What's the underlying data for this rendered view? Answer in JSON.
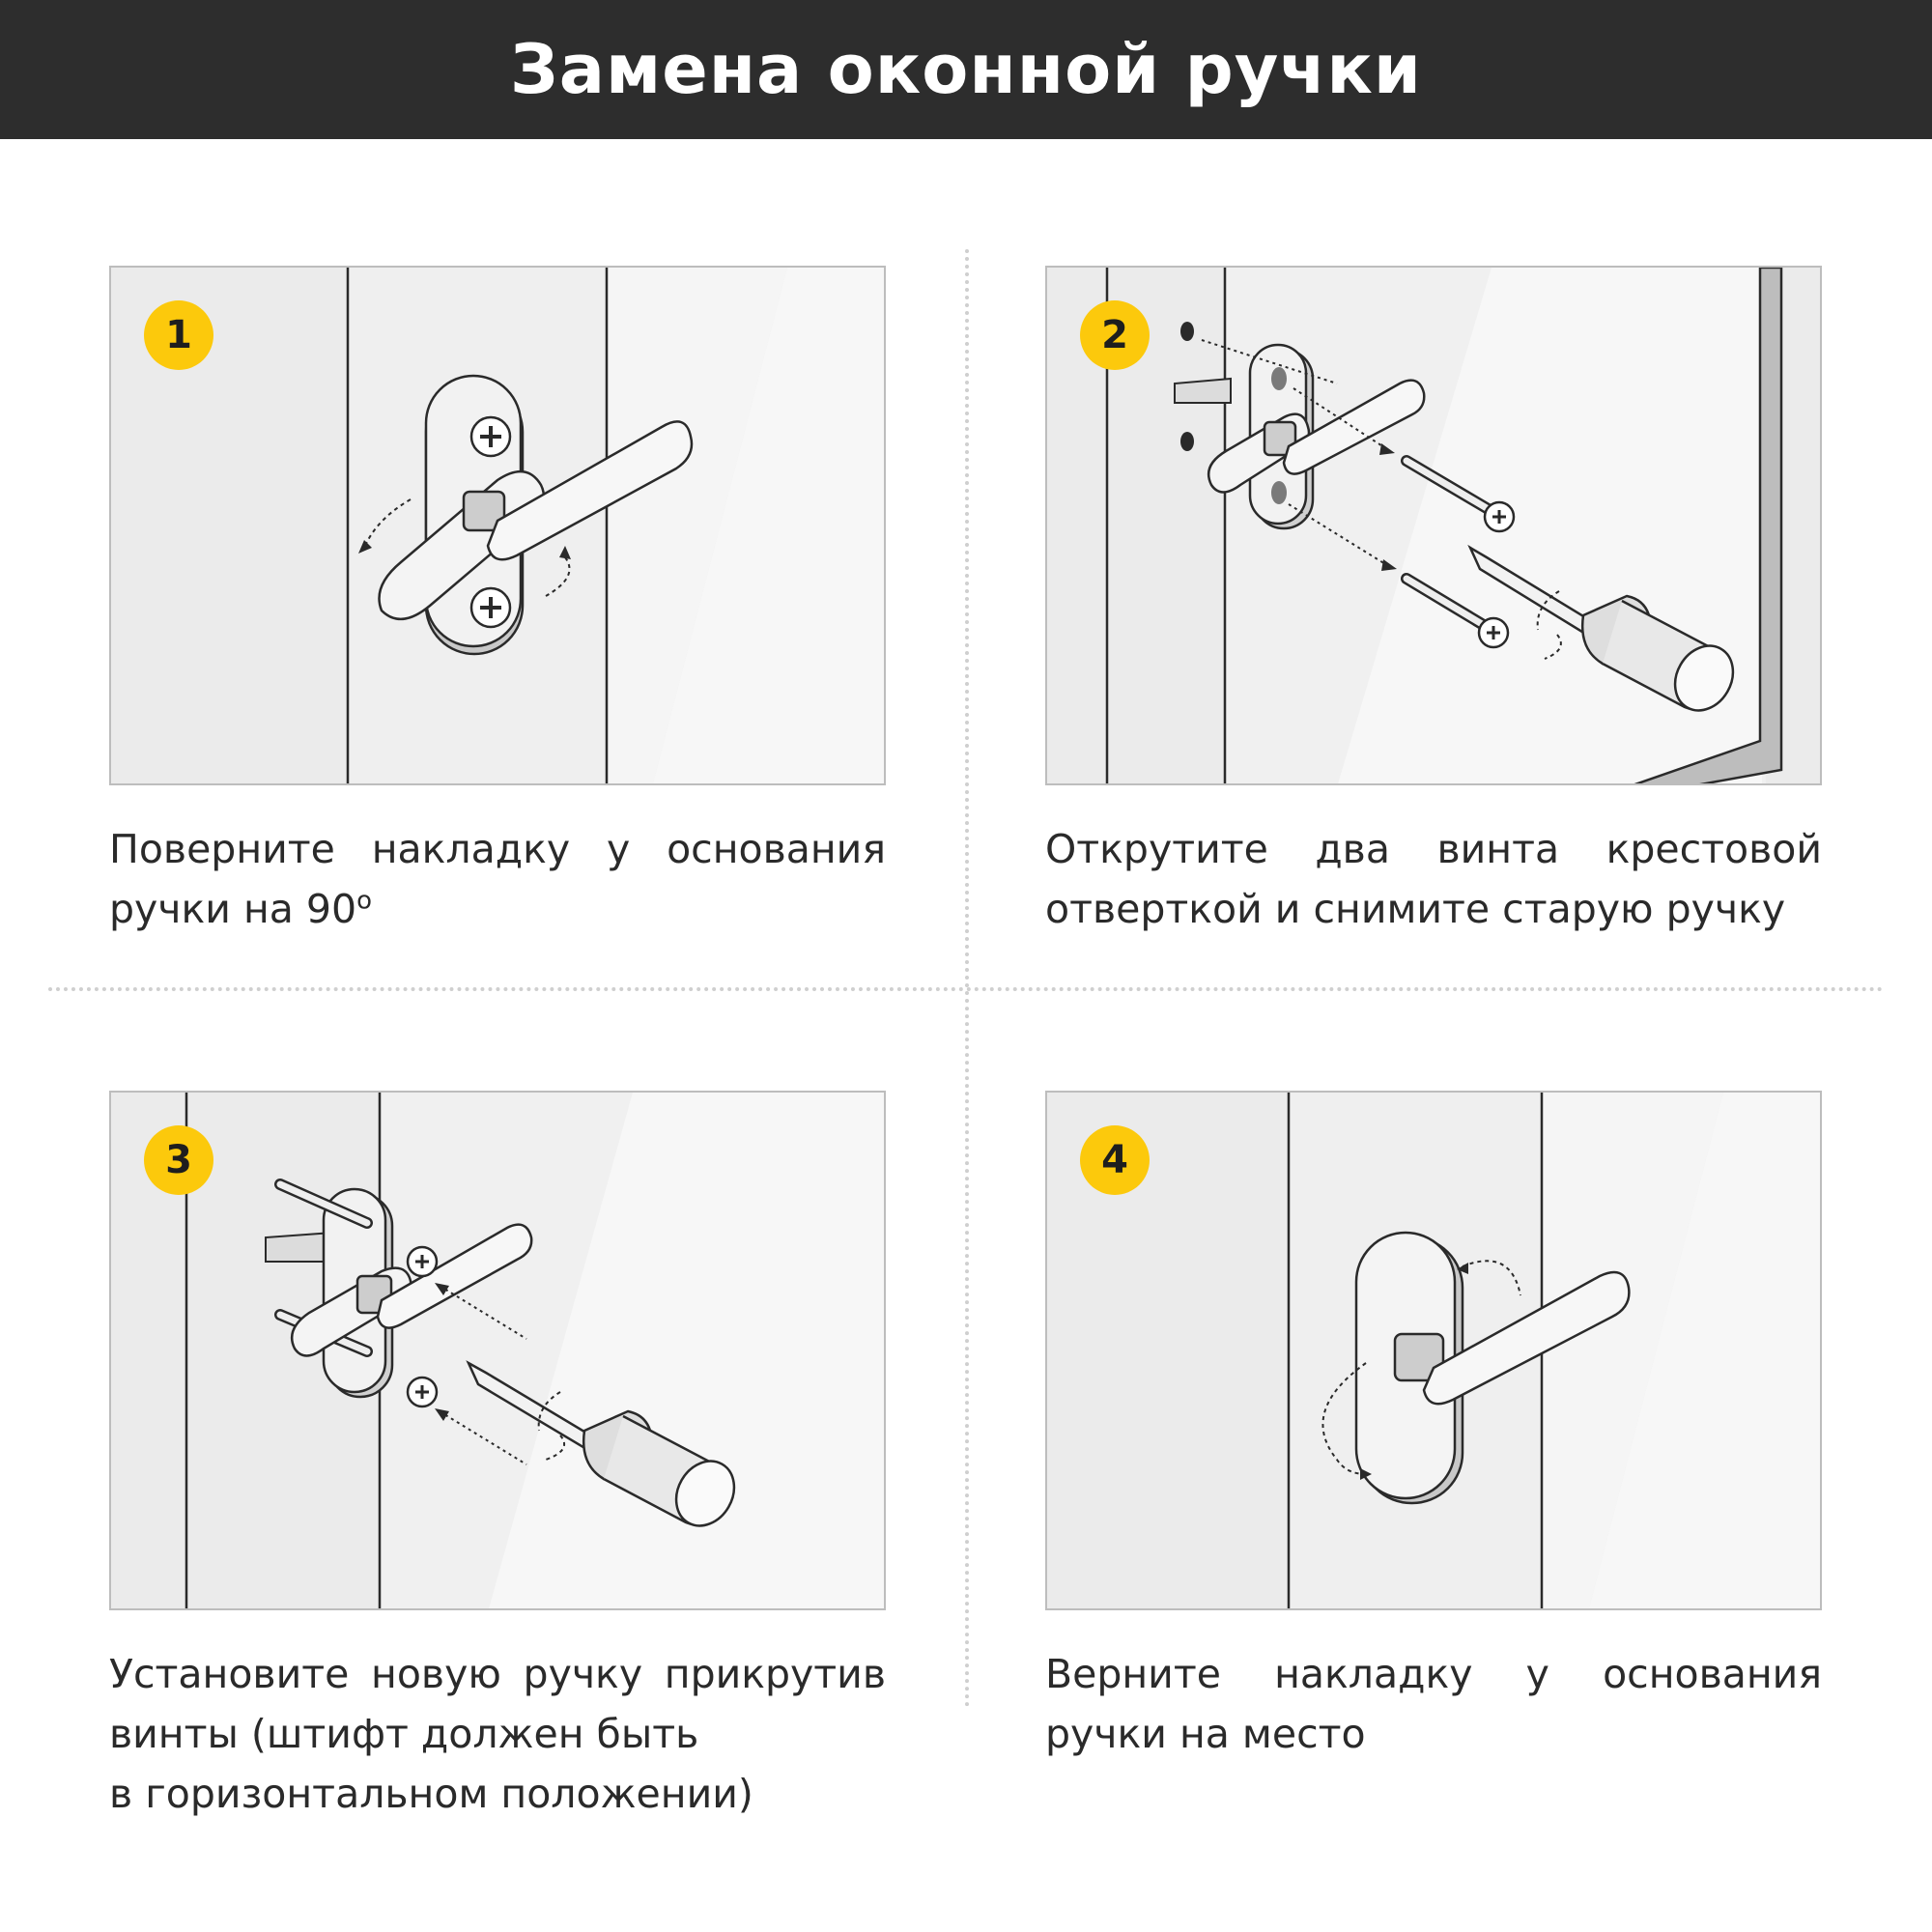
{
  "title": "Замена оконной ручки",
  "steps": [
    {
      "number": "1",
      "caption": "Поверните накладку у основания ручки на 90",
      "caption_sup": "o"
    },
    {
      "number": "2",
      "caption": "Открутите два винта крестовой отверткой и снимите старую ручку"
    },
    {
      "number": "3",
      "caption": "Установите новую ручку прикрутив винты (штифт должен быть",
      "caption_line3": "в горизонтальном положении)"
    },
    {
      "number": "4",
      "caption": "Верните накладку у основания ручки на место"
    }
  ],
  "colors": {
    "header": "#2d2d2d",
    "badge": "#fcc90c",
    "panel": "#ebebeb"
  }
}
